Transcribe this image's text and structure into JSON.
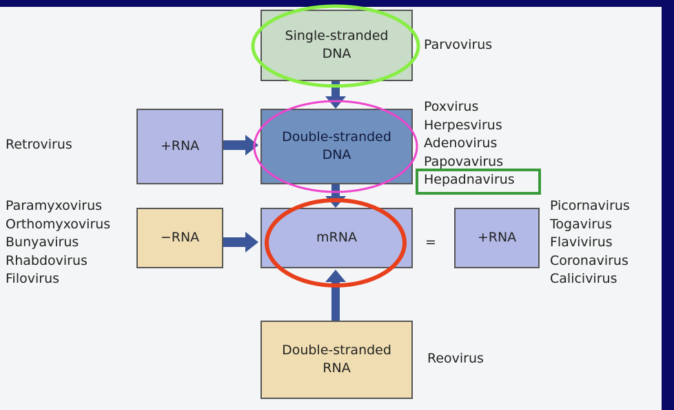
{
  "nodes": {
    "ssdna": "Single-stranded\nDNA",
    "dsdna": "Double-stranded\nDNA",
    "plus_rna_left": "+RNA",
    "minus_rna": "−RNA",
    "mrna": "mRNA",
    "equals": "=",
    "plus_rna_right": "+RNA",
    "dsrna": "Double-stranded\nRNA"
  },
  "labels": {
    "parvovirus": "Parvovirus",
    "retrovirus": "Retrovirus",
    "dsdna_viruses": [
      "Poxvirus",
      "Herpesvirus",
      "Adenovirus",
      "Papovavirus",
      "Hepadnavirus"
    ],
    "minus_rna_viruses": [
      "Paramyxovirus",
      "Orthomyxovirus",
      "Bunyavirus",
      "Rhabdovirus",
      "Filovirus"
    ],
    "plus_rna_viruses": [
      "Picornavirus",
      "Togavirus",
      "Flavivirus",
      "Coronavirus",
      "Calicivirus"
    ],
    "reovirus": "Reovirus"
  },
  "colors": {
    "frame": "#0a0a66",
    "ssdna_fill": "#c9dcc8",
    "dsdna_fill": "#7090c0",
    "plus_rna_fill": "#b3b8e4",
    "minus_rna_fill": "#f0deb2",
    "mrna_fill": "#b2b9e6",
    "arrow": "#3b5799",
    "highlight_green_ellipse": "#88ee44",
    "highlight_magenta_ellipse": "#ee44cc",
    "highlight_red_ellipse": "#e8401c",
    "highlight_green_box": "#3a9a3a"
  }
}
